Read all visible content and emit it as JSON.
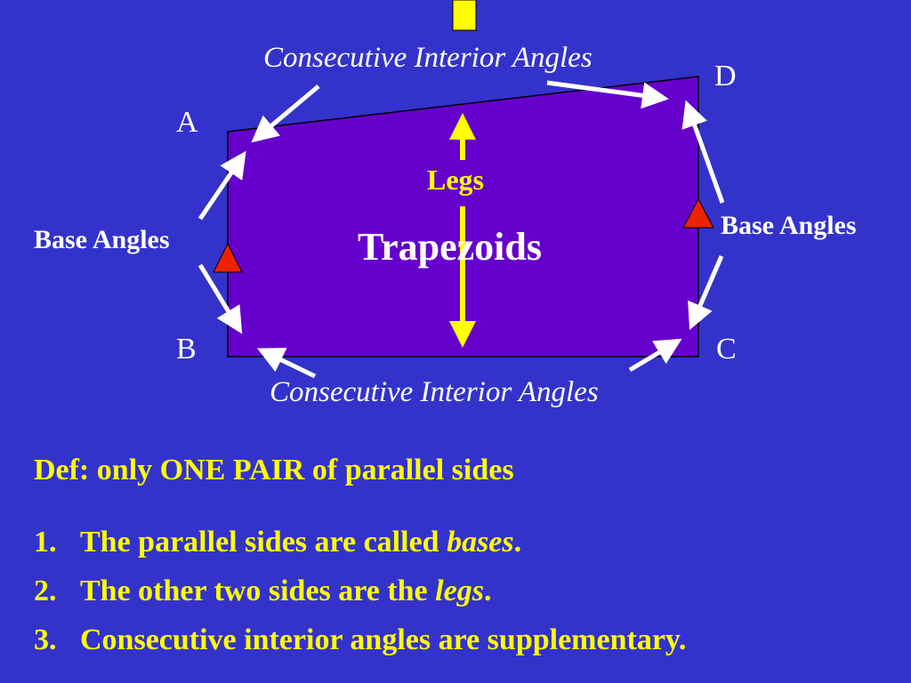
{
  "slide": {
    "title": "Trapezoids",
    "legs_label": "Legs",
    "consecutive_top": "Consecutive Interior Angles",
    "consecutive_bottom": "Consecutive Interior Angles",
    "base_angles_left": "Base Angles",
    "base_angles_right": "Base Angles",
    "vertices": {
      "a": "A",
      "b": "B",
      "c": "C",
      "d": "D"
    },
    "definition": "Def:  only ONE PAIR of parallel sides",
    "facts": [
      {
        "num": "1.",
        "pre": "The parallel sides are called ",
        "em": "bases",
        "post": "."
      },
      {
        "num": "2.",
        "pre": "The other two sides are the ",
        "em": "legs",
        "post": "."
      },
      {
        "num": "3.",
        "pre": "Consecutive interior angles are supplementary.",
        "em": "",
        "post": ""
      }
    ]
  },
  "colors": {
    "background": "#3333cc",
    "trapezoid_fill": "#6600cc",
    "arrow_white": "#ffffff",
    "arrow_yellow": "#ffff00",
    "marker_red": "#ee2200",
    "text_yellow": "#ffff00"
  },
  "icons": [
    "red-triangle-marker",
    "yellow-square-marker",
    "white-arrow",
    "yellow-double-arrow"
  ]
}
